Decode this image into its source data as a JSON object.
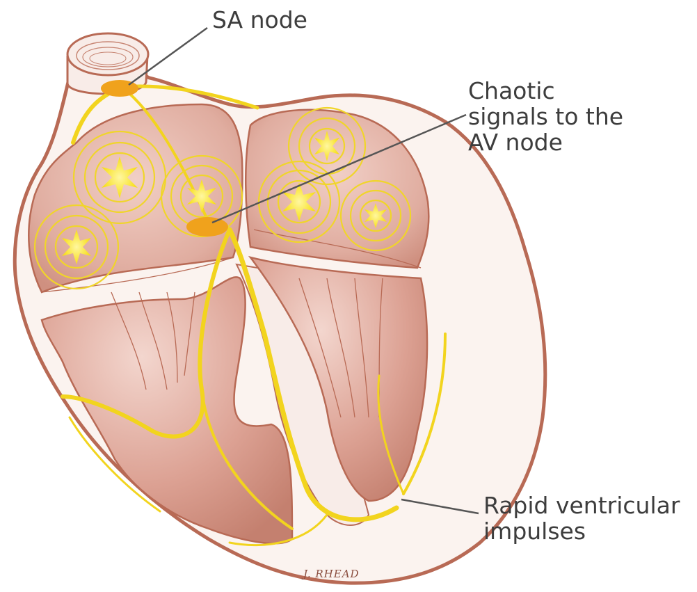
{
  "labels": {
    "sa_node": "SA node",
    "chaotic_signals": [
      "Chaotic",
      "signals to the",
      "AV node"
    ],
    "rapid_impulses": [
      "Rapid ventricular",
      "impulses"
    ]
  },
  "signature": "J. RHEAD",
  "colors": {
    "heart_outline": "#b86a55",
    "heart_wall": "#fbf3ef",
    "chamber": "#e2b0a4",
    "chamber_dark": "#c98a7c",
    "nerve": "#f2d41e",
    "node": "#f0a21c",
    "leader_line": "#555555",
    "label_text": "#3d3d3d"
  }
}
